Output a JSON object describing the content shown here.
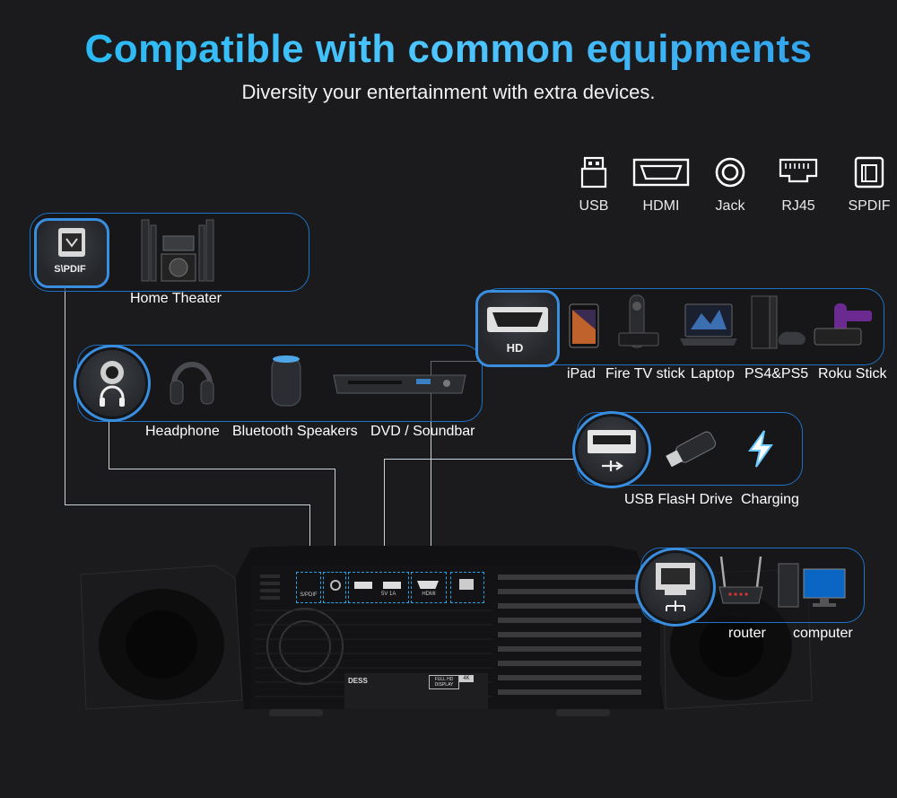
{
  "header": {
    "title": "Compatible with common equipments",
    "subtitle": "Diversity your entertainment with extra devices."
  },
  "legend": [
    {
      "label": "USB",
      "icon": "usb-port-icon"
    },
    {
      "label": "HDMI",
      "icon": "hdmi-port-icon"
    },
    {
      "label": "Jack",
      "icon": "jack-port-icon"
    },
    {
      "label": "RJ45",
      "icon": "rj45-port-icon"
    },
    {
      "label": "SPDIF",
      "icon": "spdif-port-icon"
    }
  ],
  "panels": {
    "spdif": {
      "badge_text": "S\\PDIF",
      "devices": [
        {
          "label": "Home Theater",
          "icon": "home-theater-icon"
        }
      ]
    },
    "jack": {
      "devices": [
        {
          "label": "Headphone",
          "icon": "headphone-icon"
        },
        {
          "label": "Bluetooth Speakers",
          "icon": "bluetooth-speaker-icon"
        },
        {
          "label": "DVD / Soundbar",
          "icon": "dvd-player-icon"
        }
      ]
    },
    "hdmi": {
      "badge_text": "HD",
      "devices": [
        {
          "label": "iPad",
          "icon": "ipad-icon"
        },
        {
          "label": "Fire TV stick",
          "icon": "fire-tv-stick-icon"
        },
        {
          "label": "Laptop",
          "icon": "laptop-icon"
        },
        {
          "label": "PS4&PS5",
          "icon": "playstation-icon"
        },
        {
          "label": "Roku Stick",
          "icon": "roku-stick-icon"
        }
      ]
    },
    "usb": {
      "devices": [
        {
          "label": "USB FlasH Drive",
          "icon": "usb-flash-drive-icon"
        },
        {
          "label": "Charging",
          "icon": "lightning-icon"
        }
      ]
    },
    "rj45": {
      "devices": [
        {
          "label": "router",
          "icon": "router-icon"
        },
        {
          "label": "computer",
          "icon": "computer-icon"
        }
      ]
    }
  },
  "projector": {
    "port_labels": [
      "S/PDIF",
      "",
      "",
      "5V 1A",
      "HDMI",
      ""
    ],
    "brand_text": "DESS",
    "badges": [
      "FULL HD DISPLAY",
      "4K"
    ],
    "colors": {
      "accent": "#2aa4e8",
      "body": "#151517"
    }
  }
}
